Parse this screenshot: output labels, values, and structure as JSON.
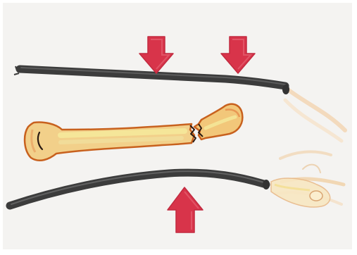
{
  "drawing": {
    "style": "colored-pencil sketch",
    "arrows": {
      "color": "#d8344a",
      "direction_top": "down",
      "direction_bottom": "up",
      "count_top": 2,
      "count_bottom": 1
    },
    "plates": {
      "color": "#3c3c3c",
      "count": 2
    },
    "bone": {
      "fill_color": "#f2d08a",
      "outline_color": "#c8611e",
      "shaft_highlight_color": "#f5e89a",
      "fracture_line_color": "#2a1a12"
    },
    "background_sketch_color": "#f1d2a6"
  }
}
